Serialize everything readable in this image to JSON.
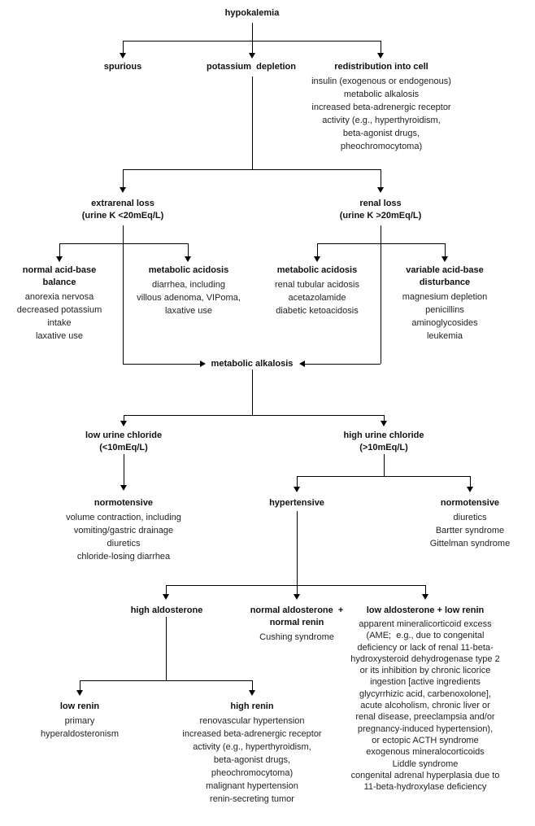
{
  "colors": {
    "text": "#1a1a1a",
    "line": "#000000",
    "background": "#ffffff"
  },
  "nodes": {
    "hypokalemia": {
      "title": "hypokalemia"
    },
    "spurious": {
      "title": "spurious"
    },
    "potassium_depletion": {
      "title": "potassium  depletion"
    },
    "redistribution": {
      "title": "redistribution into cell",
      "body": "insulin (exogenous or endogenous)\nmetabolic alkalosis\nincreased beta-adrenergic receptor\nactivity (e.g., hyperthyroidism,\nbeta-agonist drugs,\npheochromocytoma)"
    },
    "extrarenal_loss": {
      "title": "extrarenal loss\n(urine K <20mEq/L)"
    },
    "renal_loss": {
      "title": "renal loss\n(urine K >20mEq/L)"
    },
    "normal_acid_base": {
      "title": "normal acid-base\nbalance",
      "body": "anorexia nervosa\ndecreased potassium\nintake\nlaxative use"
    },
    "metabolic_acidosis_extrarenal": {
      "title": "metabolic acidosis",
      "body": "diarrhea, including\nvillous adenoma, VIPoma,\nlaxative use"
    },
    "metabolic_acidosis_renal": {
      "title": "metabolic acidosis",
      "body": "renal tubular acidosis\nacetazolamide\ndiabetic ketoacidosis"
    },
    "variable_acid_base": {
      "title": "variable acid-base\ndisturbance",
      "body": "magnesium depletion\npenicillins\naminoglycosides\nleukemia"
    },
    "metabolic_alkalosis": {
      "title": "metabolic alkalosis"
    },
    "low_urine_chloride": {
      "title": "low urine chloride\n(<10mEq/L)"
    },
    "high_urine_chloride": {
      "title": "high urine chloride\n(>10mEq/L)"
    },
    "normotensive_low_chloride": {
      "title": "normotensive",
      "body": "volume contraction, including\nvomiting/gastric drainage\ndiuretics\nchloride-losing diarrhea"
    },
    "hypertensive": {
      "title": "hypertensive"
    },
    "normotensive_high_chloride": {
      "title": "normotensive",
      "body": "diuretics\nBartter syndrome\nGittelman syndrome"
    },
    "high_aldosterone": {
      "title": "high aldosterone"
    },
    "normal_aldosterone": {
      "title": "normal aldosterone  +\nnormal renin",
      "body": "Cushing syndrome"
    },
    "low_aldosterone": {
      "title": "low aldosterone + low renin",
      "body": "apparent mineralicorticoid excess\n(AME;  e.g., due to congenital\ndeficiency or lack of renal 11-beta-\nhydroxysteroid dehydrogenase type 2\nor its inhibition by chronic licorice\ningestion [active ingredients\nglycyrrhizic acid, carbenoxolone],\nacute alcoholism, chronic liver or\nrenal disease, preeclampsia and/or\npregnancy-induced hypertension),\nor ectopic ACTH syndrome\nexogenous mineralocorticoids\nLiddle syndrome\ncongenital adrenal hyperplasia due to\n11-beta-hydroxylase deficiency"
    },
    "low_renin": {
      "title": "low renin",
      "body": "primary\nhyperaldosteronism"
    },
    "high_renin": {
      "title": "high renin",
      "body": "renovascular hypertension\nincreased beta-adrenergic receptor\nactivity (e.g., hyperthyroidism,\nbeta-agonist drugs,\npheochromocytoma)\nmalignant hypertension\nrenin-secreting tumor"
    }
  }
}
